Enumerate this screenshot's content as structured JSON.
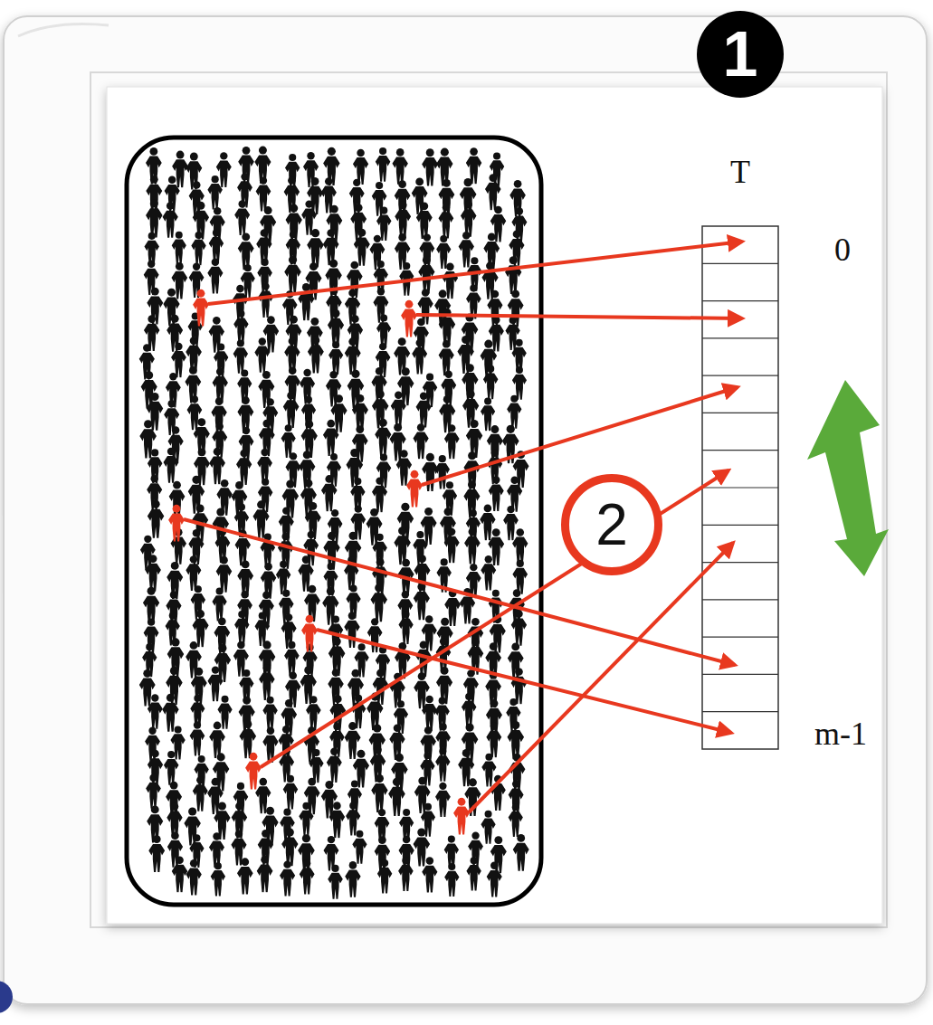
{
  "diagram": {
    "nodes": [
      {
        "text": [
          "1"
        ]
      },
      {
        "text": [
          "2"
        ]
      }
    ],
    "labels": [
      "T",
      "0",
      "m-1"
    ]
  }
}
